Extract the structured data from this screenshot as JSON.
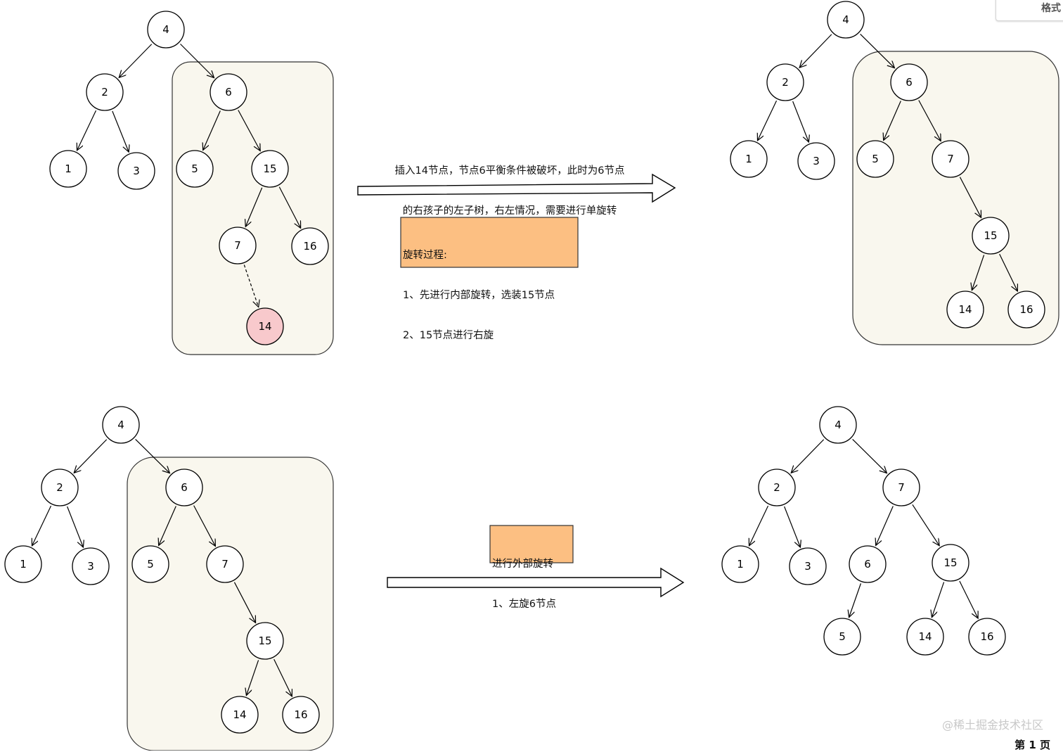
{
  "trees": [
    {
      "id": "top-left",
      "nodes": [
        {
          "id": "4",
          "label": "4"
        },
        {
          "id": "2",
          "label": "2"
        },
        {
          "id": "6",
          "label": "6"
        },
        {
          "id": "1",
          "label": "1"
        },
        {
          "id": "3",
          "label": "3"
        },
        {
          "id": "5",
          "label": "5"
        },
        {
          "id": "15",
          "label": "15"
        },
        {
          "id": "7",
          "label": "7"
        },
        {
          "id": "16",
          "label": "16"
        },
        {
          "id": "14",
          "label": "14",
          "inserted": true
        }
      ],
      "edges": [
        [
          "4",
          "2"
        ],
        [
          "4",
          "6"
        ],
        [
          "2",
          "1"
        ],
        [
          "2",
          "3"
        ],
        [
          "6",
          "5"
        ],
        [
          "6",
          "15"
        ],
        [
          "15",
          "7"
        ],
        [
          "15",
          "16"
        ],
        [
          "7",
          "14",
          "dashed"
        ]
      ]
    },
    {
      "id": "top-right",
      "nodes": [
        {
          "id": "4",
          "label": "4"
        },
        {
          "id": "2",
          "label": "2"
        },
        {
          "id": "6",
          "label": "6"
        },
        {
          "id": "1",
          "label": "1"
        },
        {
          "id": "3",
          "label": "3"
        },
        {
          "id": "5",
          "label": "5"
        },
        {
          "id": "7",
          "label": "7"
        },
        {
          "id": "15",
          "label": "15"
        },
        {
          "id": "14",
          "label": "14"
        },
        {
          "id": "16",
          "label": "16"
        }
      ],
      "edges": [
        [
          "4",
          "2"
        ],
        [
          "4",
          "6"
        ],
        [
          "2",
          "1"
        ],
        [
          "2",
          "3"
        ],
        [
          "6",
          "5"
        ],
        [
          "6",
          "7"
        ],
        [
          "7",
          "15"
        ],
        [
          "15",
          "14"
        ],
        [
          "15",
          "16"
        ]
      ]
    },
    {
      "id": "bottom-left",
      "nodes": [
        {
          "id": "4",
          "label": "4"
        },
        {
          "id": "2",
          "label": "2"
        },
        {
          "id": "6",
          "label": "6"
        },
        {
          "id": "1",
          "label": "1"
        },
        {
          "id": "3",
          "label": "3"
        },
        {
          "id": "5",
          "label": "5"
        },
        {
          "id": "7",
          "label": "7"
        },
        {
          "id": "15",
          "label": "15"
        },
        {
          "id": "14",
          "label": "14"
        },
        {
          "id": "16",
          "label": "16"
        }
      ],
      "edges": [
        [
          "4",
          "2"
        ],
        [
          "4",
          "6"
        ],
        [
          "2",
          "1"
        ],
        [
          "2",
          "3"
        ],
        [
          "6",
          "5"
        ],
        [
          "6",
          "7"
        ],
        [
          "7",
          "15"
        ],
        [
          "15",
          "14"
        ],
        [
          "15",
          "16"
        ]
      ]
    },
    {
      "id": "bottom-right",
      "nodes": [
        {
          "id": "4",
          "label": "4"
        },
        {
          "id": "2",
          "label": "2"
        },
        {
          "id": "7",
          "label": "7"
        },
        {
          "id": "1",
          "label": "1"
        },
        {
          "id": "3",
          "label": "3"
        },
        {
          "id": "6",
          "label": "6"
        },
        {
          "id": "15",
          "label": "15"
        },
        {
          "id": "5",
          "label": "5"
        },
        {
          "id": "14",
          "label": "14"
        },
        {
          "id": "16",
          "label": "16"
        }
      ],
      "edges": [
        [
          "4",
          "2"
        ],
        [
          "4",
          "7"
        ],
        [
          "2",
          "1"
        ],
        [
          "2",
          "3"
        ],
        [
          "7",
          "6"
        ],
        [
          "7",
          "15"
        ],
        [
          "6",
          "5"
        ],
        [
          "15",
          "14"
        ],
        [
          "15",
          "16"
        ]
      ]
    }
  ],
  "captions": {
    "top_arrow_line1": "插入14节点，节点6平衡条件被破坏，此时为6节点",
    "top_arrow_line2": "的右孩子的左子树，右左情况，需要进行单旋转"
  },
  "notes": {
    "rotation_process": [
      "旋转过程:",
      "1、先进行内部旋转，选装15节点",
      "2、15节点进行右旋"
    ],
    "outer_rotation": [
      "进行外部旋转",
      "1、左旋6节点"
    ]
  },
  "colors": {
    "inserted_node": "#f8c9cc",
    "group_box": "#f9f7ee",
    "note_box": "#fcbf82"
  },
  "ui": {
    "corner_tab": "格式",
    "watermark": "@稀土掘金技术社区",
    "page_number": "第 1 页"
  }
}
